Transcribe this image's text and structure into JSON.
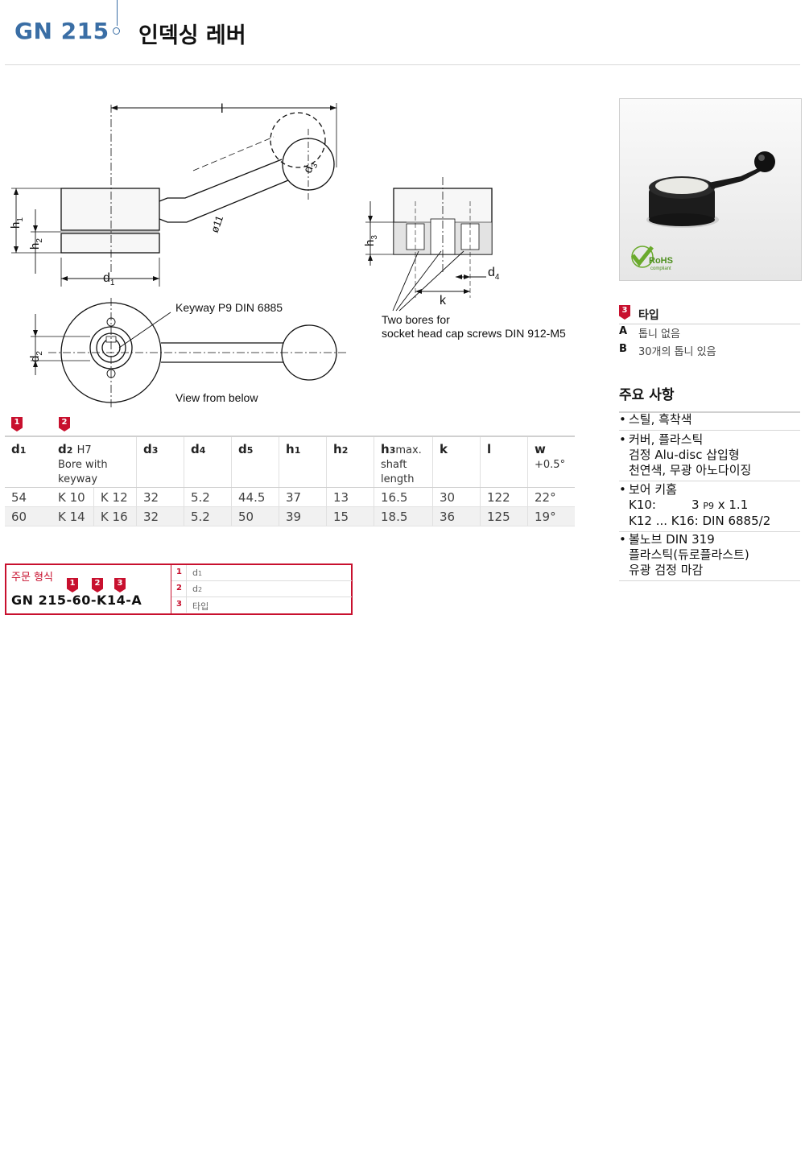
{
  "header": {
    "code": "GN 215",
    "title": "인덱싱 레버"
  },
  "drawing": {
    "labels": {
      "l": "l",
      "d3": "d",
      "d3_sub": "3",
      "o11": "ø11",
      "h1": "h",
      "h1_sub": "1",
      "h2": "h",
      "h2_sub": "2",
      "d1": "d",
      "d1_sub": "1",
      "d2": "d",
      "d2_sub": "2",
      "h3": "h",
      "h3_sub": "3",
      "d4": "d",
      "d4_sub": "4",
      "k": "k",
      "keyway": "Keyway P9 DIN 6885",
      "view_below": "View from below",
      "bores_1": "Two bores for",
      "bores_2": "socket head cap screws DIN 912-M5"
    }
  },
  "markers": {
    "m1": "1",
    "m2": "2",
    "m3": "3"
  },
  "table": {
    "headers": [
      {
        "main": "d",
        "sub": "1",
        "note": ""
      },
      {
        "main": "d",
        "sub": "2",
        "note": "H7",
        "note2": "Bore with keyway"
      },
      {
        "main": "d",
        "sub": "3",
        "note": ""
      },
      {
        "main": "d",
        "sub": "4",
        "note": ""
      },
      {
        "main": "d",
        "sub": "5",
        "note": ""
      },
      {
        "main": "h",
        "sub": "1",
        "note": ""
      },
      {
        "main": "h",
        "sub": "2",
        "note": ""
      },
      {
        "main": "h",
        "sub": "3",
        "note": "max.",
        "note2": "shaft",
        "note3": "length"
      },
      {
        "main": "k",
        "sub": "",
        "note": ""
      },
      {
        "main": "l",
        "sub": "",
        "note": ""
      },
      {
        "main": "w",
        "sub": "",
        "note": "",
        "note2": "+0.5°"
      }
    ],
    "rows": [
      [
        "54",
        "K 10",
        "K 12",
        "32",
        "5.2",
        "44.5",
        "37",
        "13",
        "16.5",
        "30",
        "122",
        "22°"
      ],
      [
        "60",
        "K 14",
        "K 16",
        "32",
        "5.2",
        "50",
        "39",
        "15",
        "18.5",
        "36",
        "125",
        "19°"
      ]
    ]
  },
  "order": {
    "label": "주문 형식",
    "code": "GN 215-60-K14-A",
    "legend": [
      {
        "n": "1",
        "t": "d",
        "s": "1"
      },
      {
        "n": "2",
        "t": "d",
        "s": "2"
      },
      {
        "n": "3",
        "t": "타입",
        "s": ""
      }
    ]
  },
  "photo": {
    "badge": "RoHS",
    "badge_sub": "compliant"
  },
  "types": {
    "title": "타입",
    "items": [
      {
        "key": "A",
        "value": "톱니 없음"
      },
      {
        "key": "B",
        "value": "30개의 톱니 있음"
      }
    ]
  },
  "specs": {
    "title": "주요 사항",
    "items": [
      {
        "lines": [
          "스틸, 흑착색"
        ]
      },
      {
        "lines": [
          "커버, 플라스틱",
          "검정 Alu-disc 삽입형",
          "천연색, 무광 아노다이징"
        ]
      },
      {
        "lines": [
          "보어 키홈"
        ],
        "k10": "K10:",
        "k10_val": "3",
        "k10_p9": "P9",
        "k10_rest": "x 1.1",
        "k12": "K12 ... K16: DIN 6885/2"
      },
      {
        "lines": [
          "볼노브 DIN 319",
          "플라스틱(듀로플라스트)",
          "유광 검정 마감"
        ]
      }
    ]
  },
  "colors": {
    "accent_blue": "#3a6ea5",
    "accent_red": "#c8102e"
  }
}
